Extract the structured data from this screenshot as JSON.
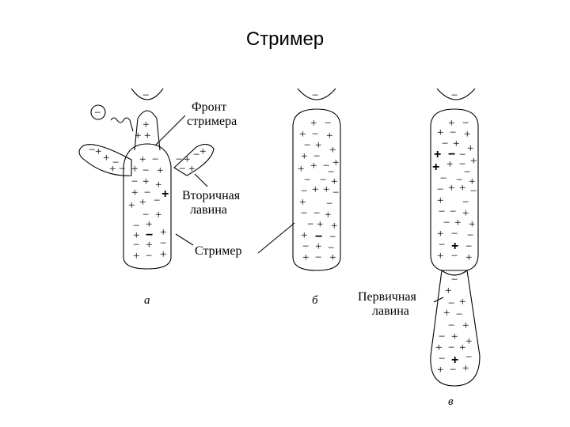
{
  "title": "Стример",
  "labels": {
    "front_line1": "Фронт",
    "front_line2": "стримера",
    "secondary_line1": "Вторичная",
    "secondary_line2": "лавина",
    "streamer": "Стример",
    "primary_line1": "Первичная",
    "primary_line2": "лавина"
  },
  "panel_labels": {
    "a": "а",
    "b": "б",
    "c": "в"
  },
  "symbols": {
    "minus": "−",
    "plus": "+"
  }
}
